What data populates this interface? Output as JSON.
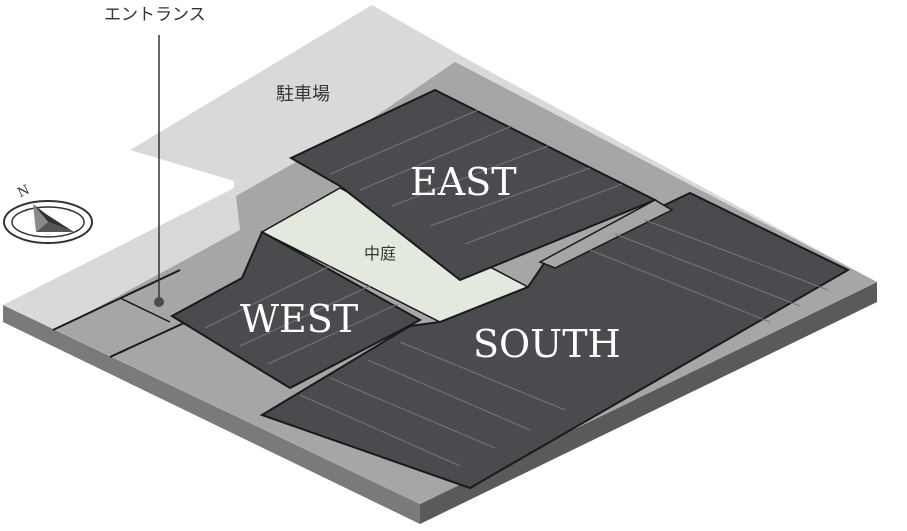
{
  "labels": {
    "entrance": "エントランス",
    "parking": "駐車場",
    "courtyard": "中庭",
    "east": "EAST",
    "west": "WEST",
    "south": "SOUTH",
    "compass_north": "N"
  },
  "colors": {
    "background": "#ffffff",
    "ground_light": "#d9d9d9",
    "ground_mid": "#a6a6a6",
    "ground_shadow_front": "#6f6f6f",
    "ground_shadow_right": "#5a5a5a",
    "building_roof": "#4a4b4f",
    "building_lines": "#75767a",
    "building_edge": "#1a1a1a",
    "courtyard": "#e4e9dd",
    "label_white": "#ffffff",
    "label_dark": "#333333"
  },
  "icons": {
    "compass": "compass-icon",
    "entrance_marker": "entrance-dot-icon"
  }
}
